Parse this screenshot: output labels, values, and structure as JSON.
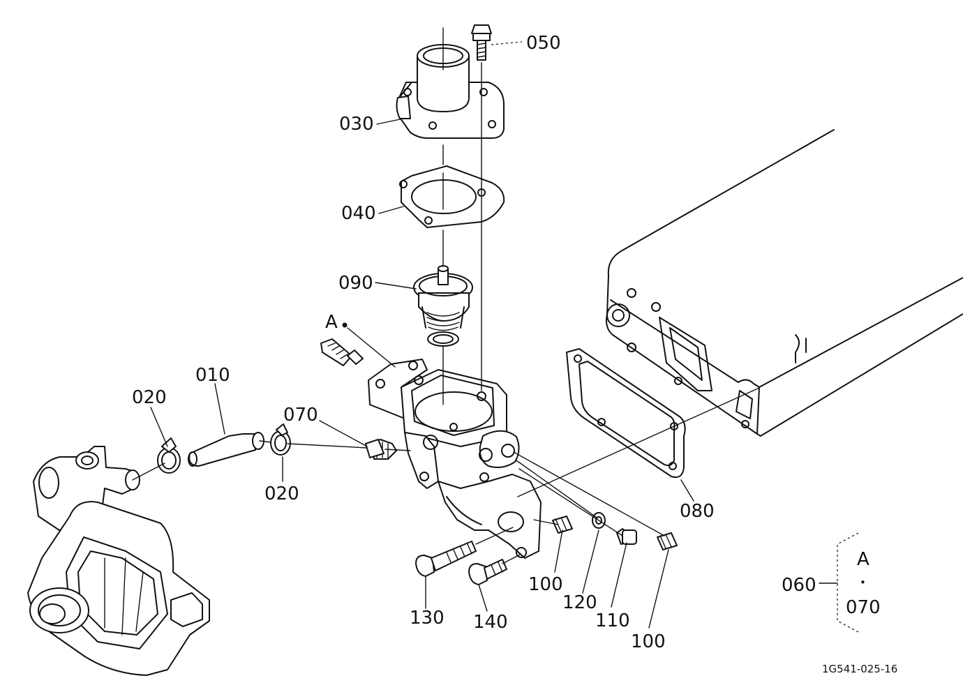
{
  "callouts": {
    "p010": "010",
    "p020a": "020",
    "p020b": "020",
    "p030": "030",
    "p040": "040",
    "p050": "050",
    "p060": "060",
    "p070": "070",
    "p080": "080",
    "p090": "090",
    "p100a": "100",
    "p100b": "100",
    "p110": "110",
    "p120": "120",
    "p130": "130",
    "p140": "140",
    "ref_a": "A"
  },
  "legend_box": {
    "top": "A",
    "dot": "•",
    "bottom": "070"
  },
  "drawing_code": "1G541-025-16"
}
